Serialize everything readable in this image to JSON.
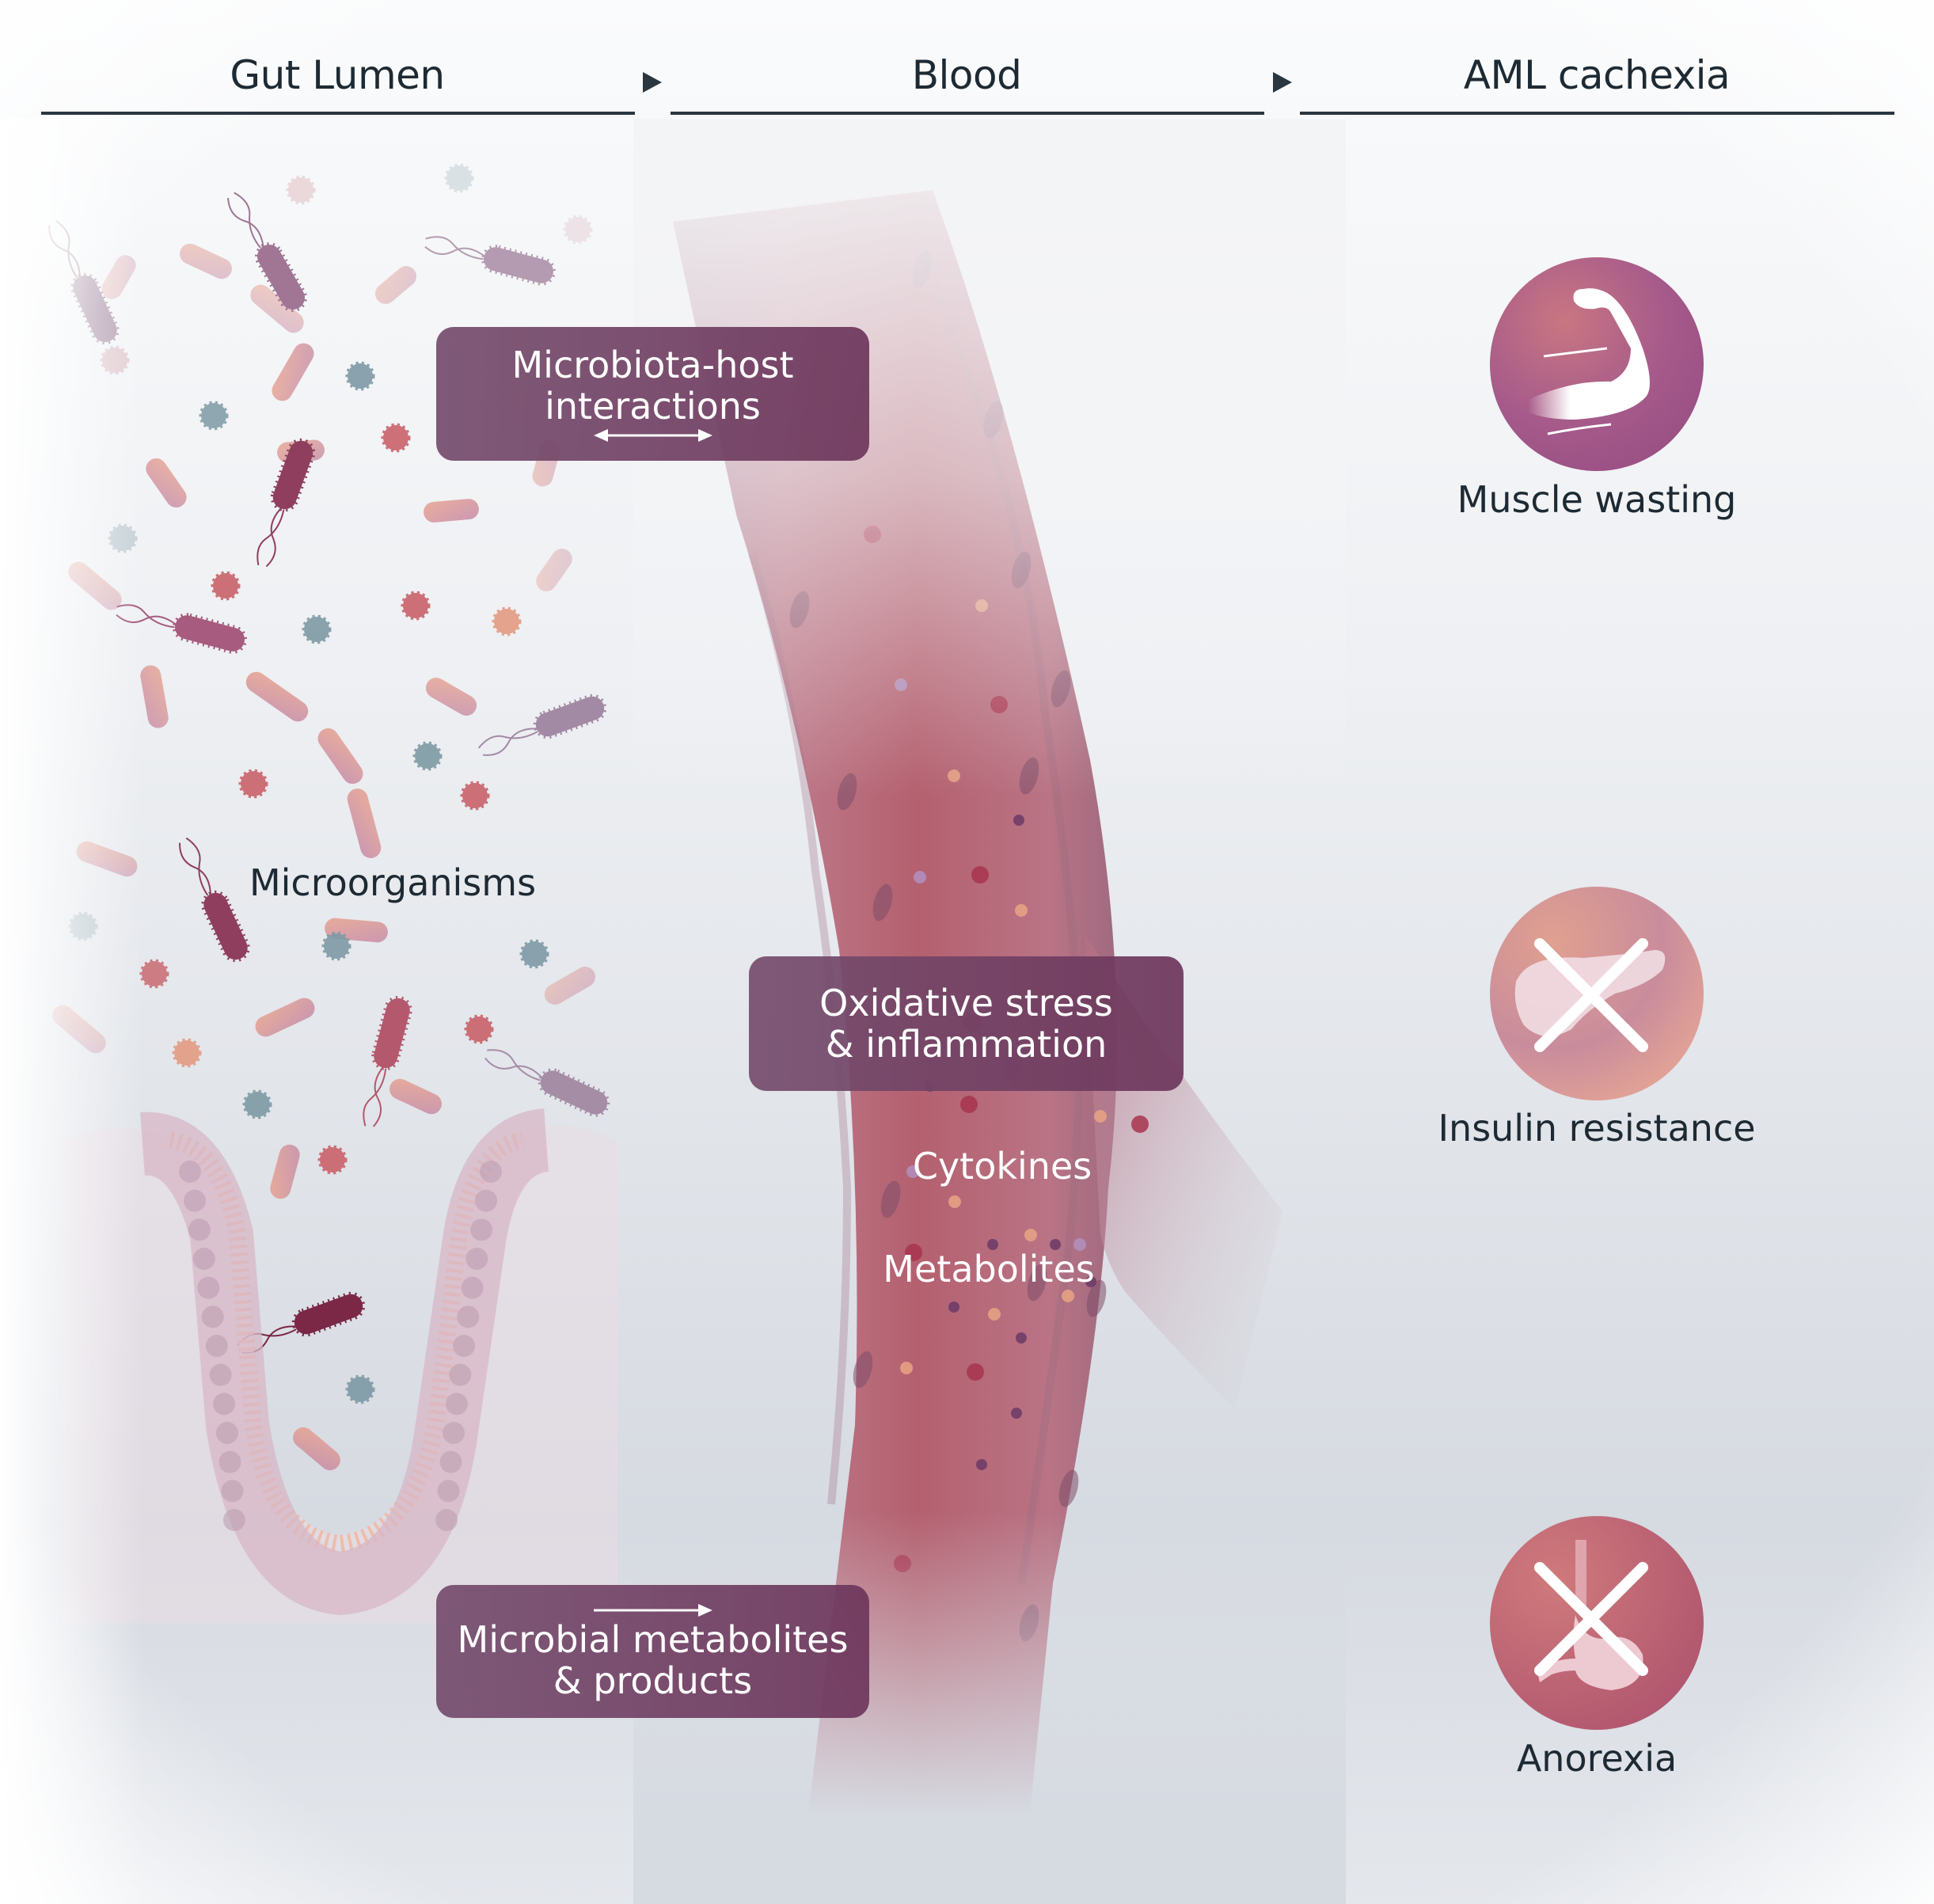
{
  "header": {
    "stages": [
      {
        "label": "Gut Lumen"
      },
      {
        "label": "Blood"
      },
      {
        "label": "AML cachexia"
      }
    ],
    "arrow_icon": "play-triangle-icon"
  },
  "gut": {
    "microorganisms_label": "Microorganisms",
    "box_interactions": {
      "line1": "Microbiota-host",
      "line2": "interactions",
      "arrow_icon": "double-arrow-icon"
    },
    "box_metabolites": {
      "line1": "Microbial metabolites",
      "line2": "& products",
      "arrow_icon": "right-arrow-icon"
    }
  },
  "blood": {
    "box_stress": {
      "line1": "Oxidative stress",
      "line2": "& inflammation"
    },
    "cytokines_label": "Cytokines",
    "metabolites_label": "Metabolites"
  },
  "cachexia": {
    "symptoms": [
      {
        "label": "Muscle wasting",
        "icon": "flexed-arm-icon"
      },
      {
        "label": "Insulin resistance",
        "icon": "crossed-pancreas-icon"
      },
      {
        "label": "Anorexia",
        "icon": "crossed-stomach-icon"
      }
    ]
  },
  "colors": {
    "box_fill": "#7a4f72",
    "vessel": "#b86478",
    "text_dark": "#1e2a33",
    "text_light": "#ffffff",
    "background": "#dde1e7"
  }
}
